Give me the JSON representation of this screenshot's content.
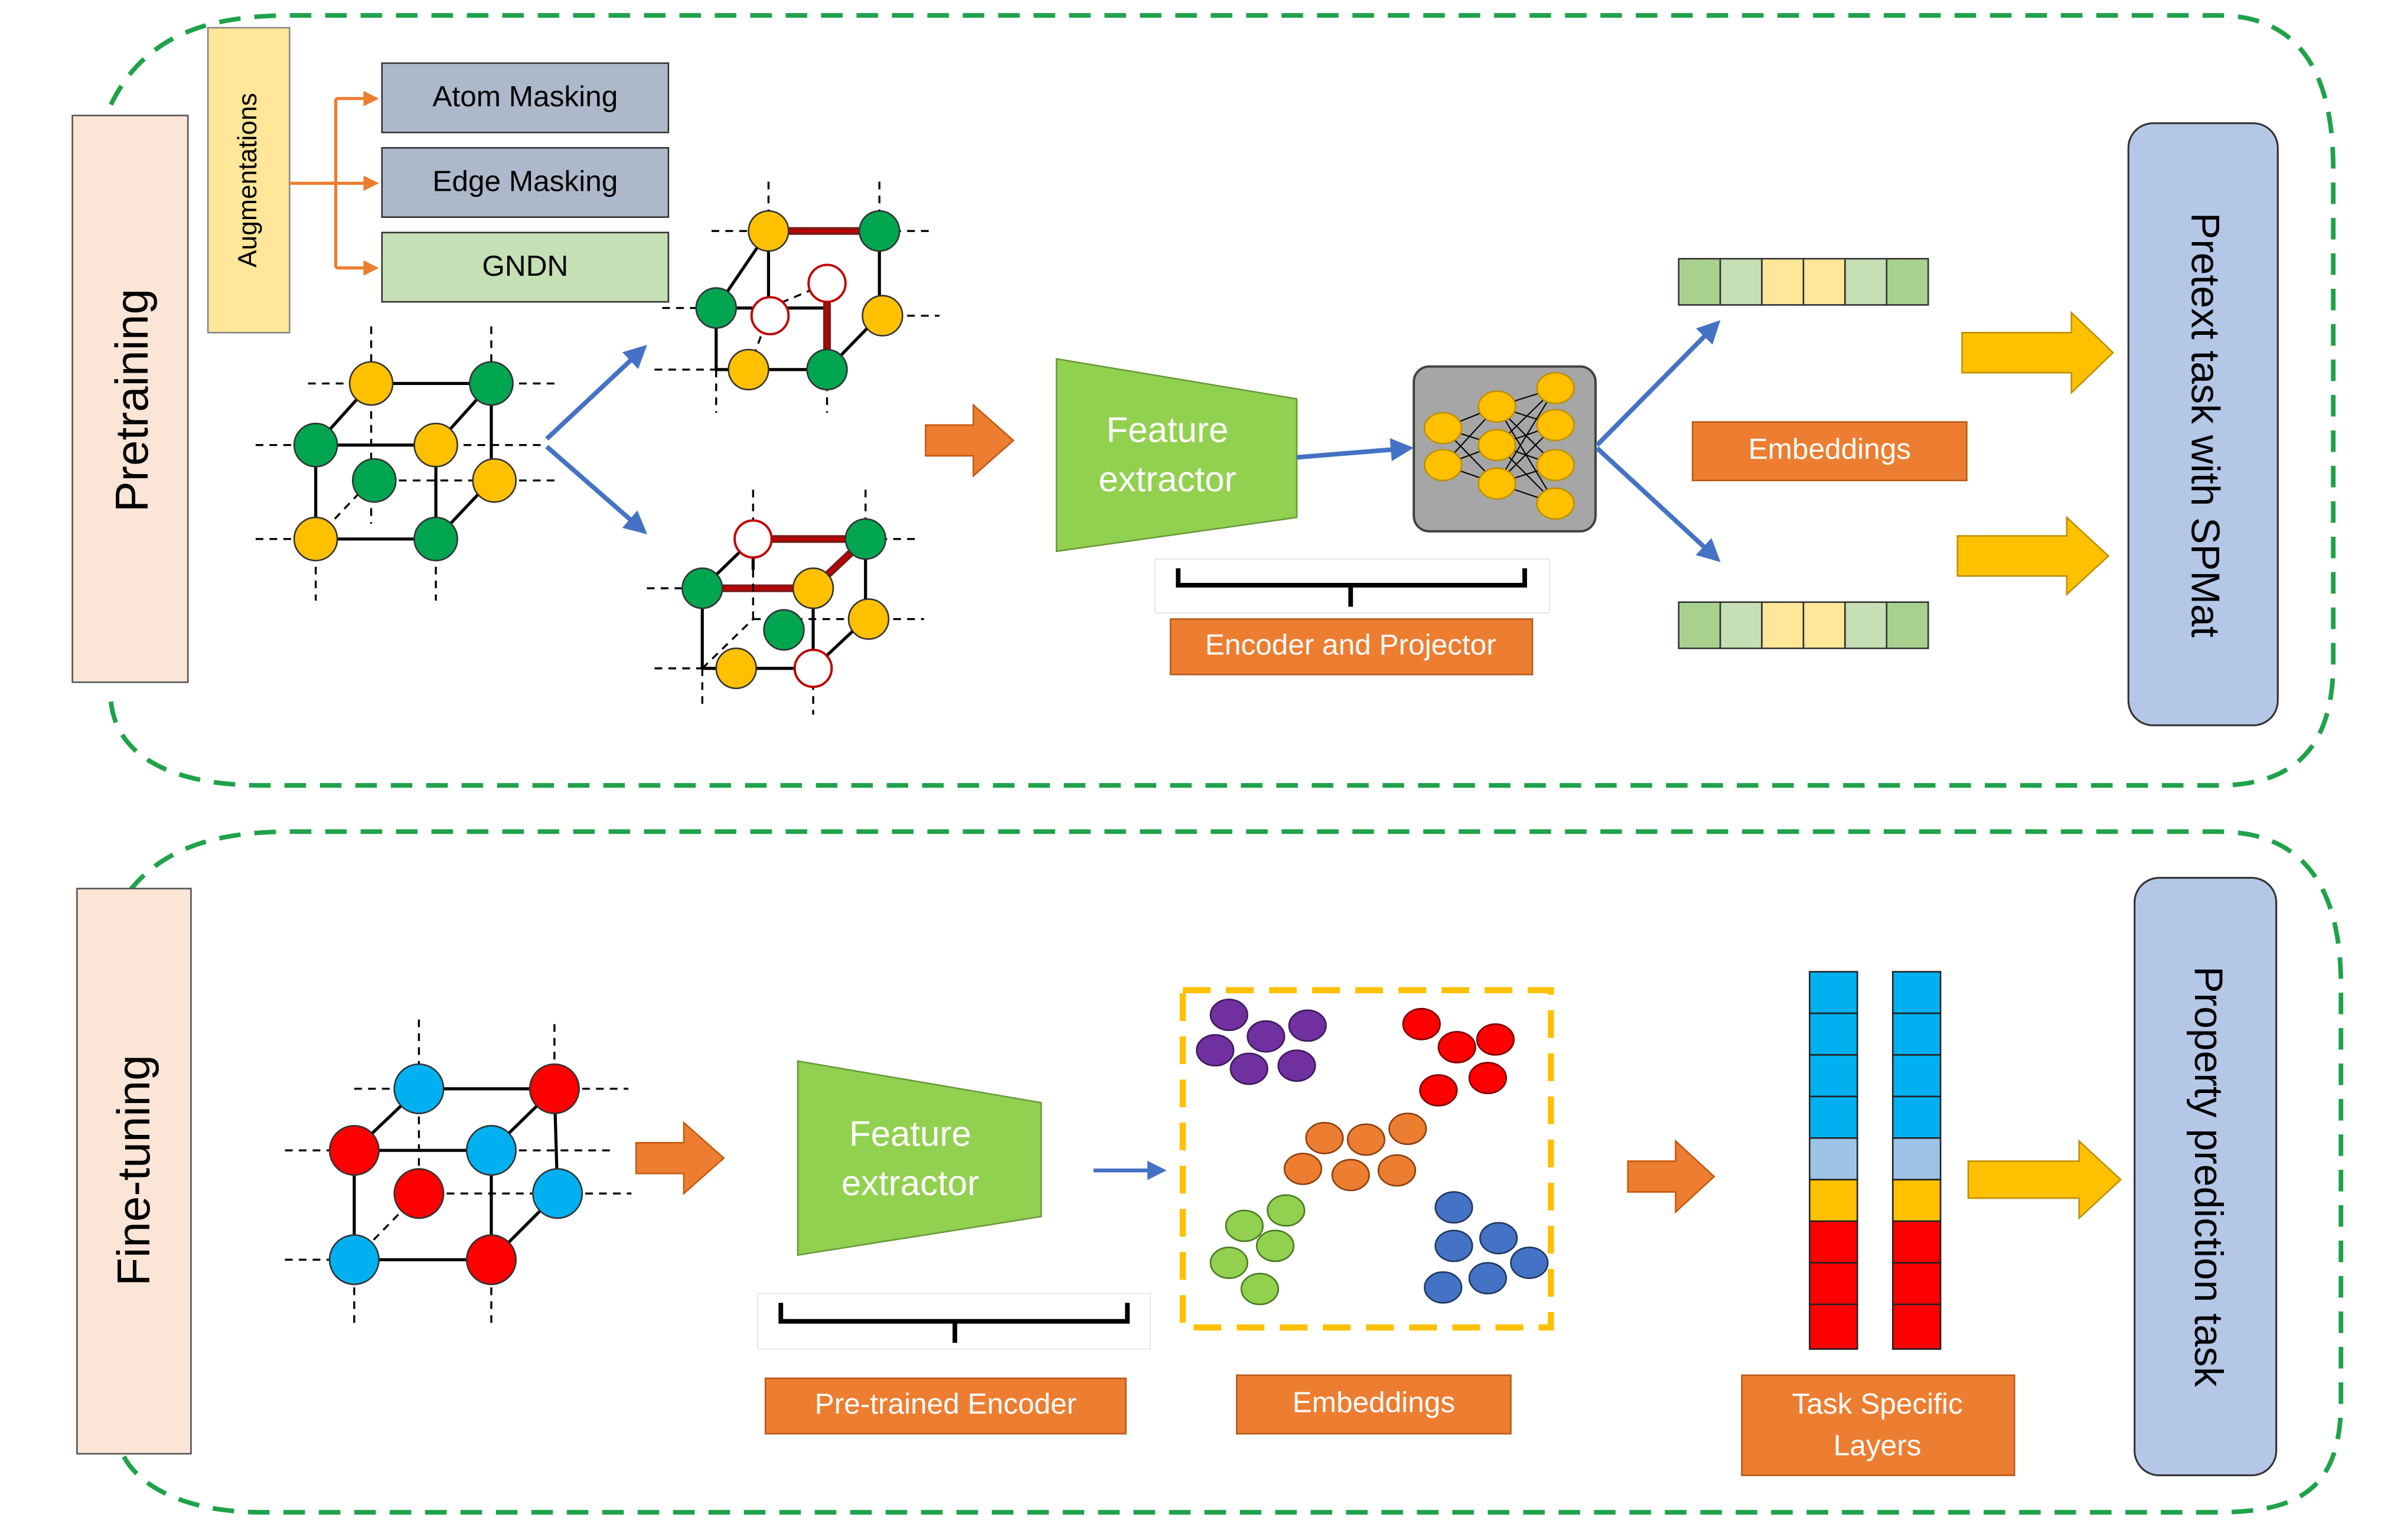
{
  "colors": {
    "green_dash": "#1fa24a",
    "orange": "#ed7d31",
    "blue_arrow": "#4472c4",
    "yellow_arrow": "#ffc000",
    "gray_box": "#adb9ca",
    "green_box": "#c5e0b4",
    "yellow_box": "#ffe699",
    "peach": "#fbe5d6",
    "lavender": "#b4c7e7",
    "feature_green": "#92d050",
    "node_yellow": "#ffc000",
    "node_green": "#00a550",
    "node_red": "#ff0000",
    "node_blue": "#00b0f0",
    "purple": "#7030a0",
    "cluster_orange": "#ed7d31",
    "cluster_green": "#92d050",
    "cluster_blue": "#4472c4",
    "light_blue": "#9dc3e6"
  },
  "pretraining": {
    "side_label": "Pretraining",
    "augmentations_label": "Augmentations",
    "aug_options": [
      "Atom Masking",
      "Edge Masking",
      "GNDN"
    ],
    "feature_extractor": [
      "Feature",
      "extractor"
    ],
    "encoder_label": "Encoder and Projector",
    "embeddings_label": "Embeddings",
    "pretext_label": "Pretext task with SPMat"
  },
  "finetuning": {
    "side_label": "Fine-tuning",
    "feature_extractor": [
      "Feature",
      "extractor"
    ],
    "encoder_label": "Pre-trained Encoder",
    "embeddings_label": "Embeddings",
    "task_layers_label": [
      "Task Specific",
      "Layers"
    ],
    "property_label": "Property prediction task"
  }
}
